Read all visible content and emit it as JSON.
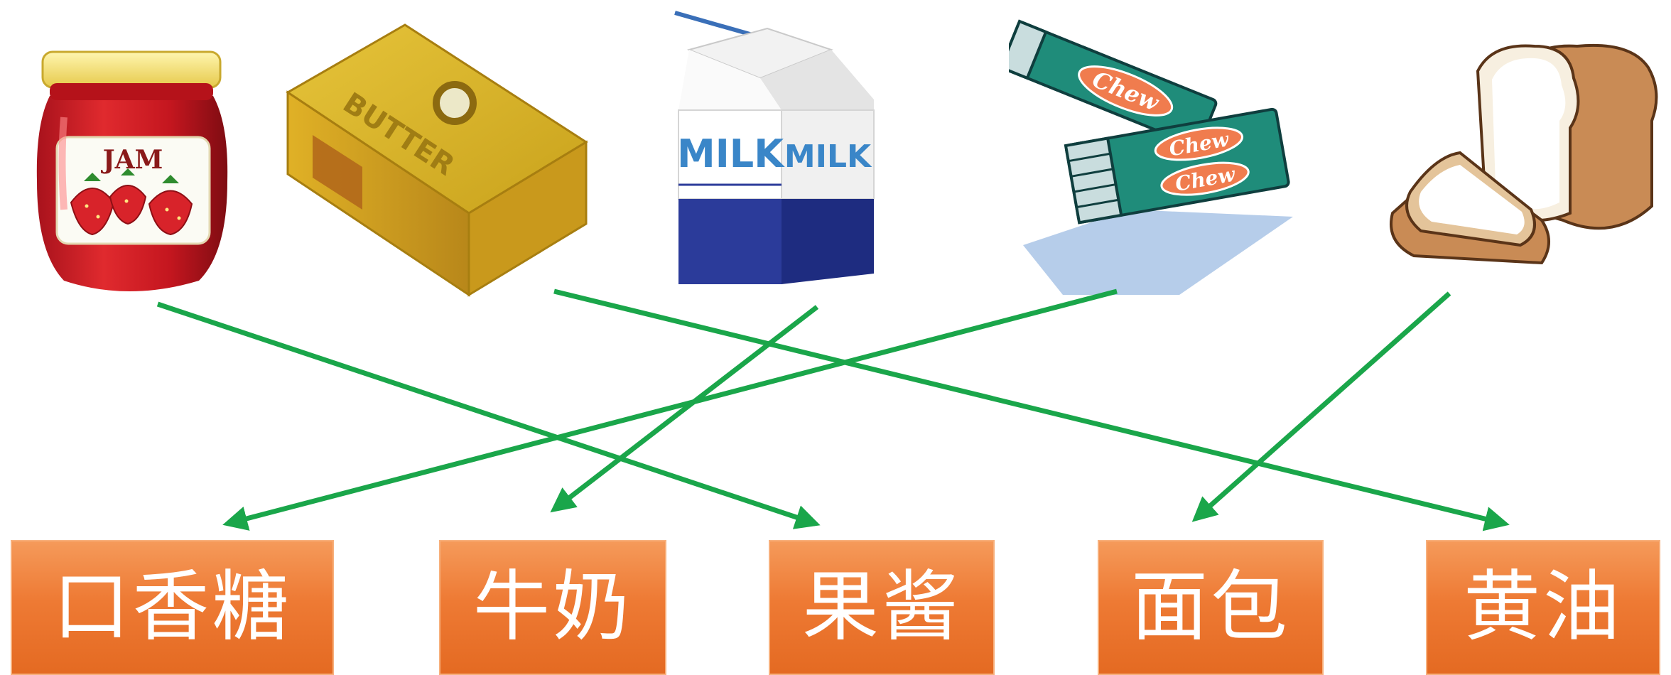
{
  "items": [
    {
      "id": "jam",
      "icon": "jam-jar-icon",
      "label": "JAM"
    },
    {
      "id": "butter",
      "icon": "butter-block-icon",
      "label": "BUTTER"
    },
    {
      "id": "milk",
      "icon": "milk-carton-icon",
      "label": "MILK",
      "label2": "MILK"
    },
    {
      "id": "gum",
      "icon": "chewing-gum-icon",
      "label": "Chew",
      "label2": "Chew",
      "label3": "Chew"
    },
    {
      "id": "bread",
      "icon": "bread-loaf-icon"
    }
  ],
  "words": [
    {
      "text": "口香糖"
    },
    {
      "text": "牛奶"
    },
    {
      "text": "果酱"
    },
    {
      "text": "面包"
    },
    {
      "text": "黄油"
    }
  ],
  "matches": [
    {
      "from": "jam",
      "to": "果酱"
    },
    {
      "from": "butter",
      "to": "黄油"
    },
    {
      "from": "milk",
      "to": "牛奶"
    },
    {
      "from": "gum",
      "to": "口香糖"
    },
    {
      "from": "bread",
      "to": "面包"
    }
  ],
  "colors": {
    "arrow": "#1aa64a",
    "word_box": "#ee7a34",
    "word_text": "#ffffff"
  }
}
